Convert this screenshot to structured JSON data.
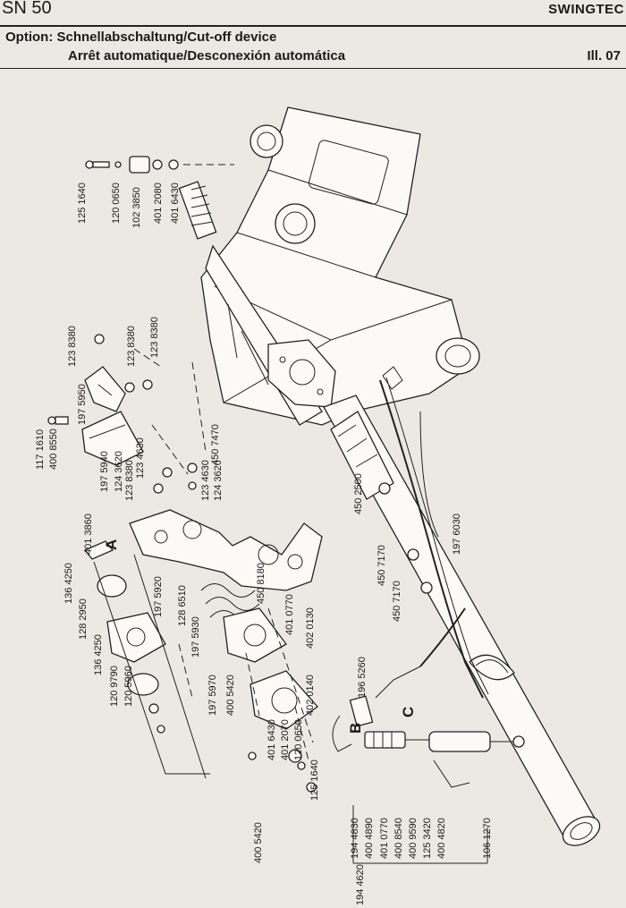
{
  "header": {
    "model": "SN 50",
    "brand": "SWINGTEC",
    "title_line1": "Option: Schnellabschaltung/Cut-off device",
    "title_line2": "Arrêt automatique/Desconexión automática",
    "illustration": "Ill. 07"
  },
  "callouts": {
    "A": "A",
    "B": "B",
    "C": "C"
  },
  "parts": [
    "125 1640",
    "120 0650",
    "102 3850",
    "401 2080",
    "401 6430",
    "123 8380",
    "123 8380",
    "123 8380",
    "197 5950",
    "117 1610",
    "400 8550",
    "197 5940",
    "124 3620",
    "123 4630",
    "123 8380",
    "450 7470",
    "123 4630",
    "124 3620",
    "401 3860",
    "136 4250",
    "128 2950",
    "136 4250",
    "120 9790",
    "120 5960",
    "197 5920",
    "128 6510",
    "450 8180",
    "197 5930",
    "401 0770",
    "402 0130",
    "197 5970",
    "400 5420",
    "402 0140",
    "196 5260",
    "401 6430",
    "401 2070",
    "120 0650",
    "125 1640",
    "400 5420",
    "450 2500",
    "197 6030",
    "450 7170",
    "450 7170",
    "194 4830",
    "400 4890",
    "401 0770",
    "400 8540",
    "400 9590",
    "125 3420",
    "400 4820",
    "106 1270",
    "194 4620"
  ]
}
